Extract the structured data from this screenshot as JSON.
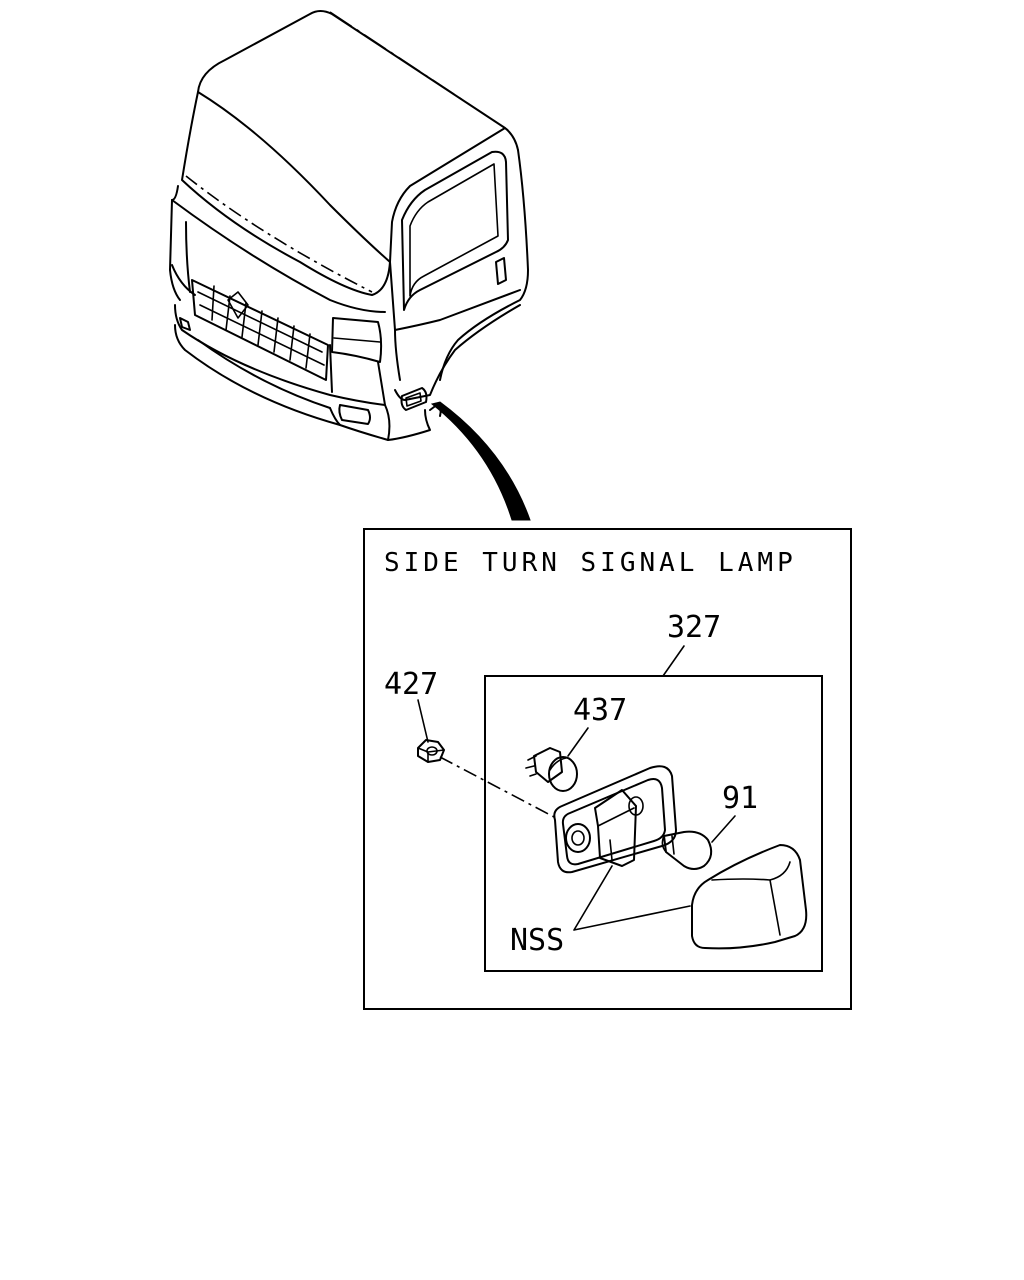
{
  "detail": {
    "title": "SIDE TURN SIGNAL LAMP"
  },
  "parts": [
    {
      "id": "327",
      "label": "327"
    },
    {
      "id": "427",
      "label": "427"
    },
    {
      "id": "437",
      "label": "437"
    },
    {
      "id": "91",
      "label": "91"
    },
    {
      "id": "nss",
      "label": "NSS"
    }
  ]
}
